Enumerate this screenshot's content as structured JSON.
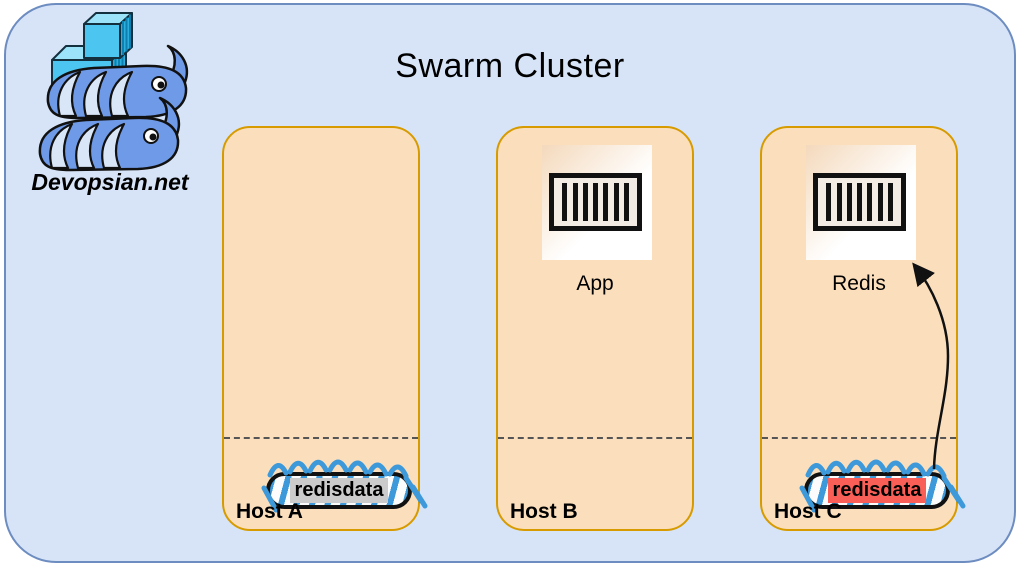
{
  "cluster": {
    "title": "Swarm Cluster",
    "fill": "#d7e4f7",
    "border": "#6d8cc0"
  },
  "logo": {
    "icon": "docker-stacked-whales-with-containers",
    "caption": "Devopsian.net"
  },
  "hosts": [
    {
      "label": "Host A",
      "fill": "#fbdfbd",
      "border": "#d79b00",
      "container": null,
      "volume": {
        "label": "redisdata",
        "label_bg": "#cbcbcb",
        "scribble_color": "#3d99d9"
      }
    },
    {
      "label": "Host B",
      "fill": "#fbdfbd",
      "border": "#d79b00",
      "container": {
        "label": "App",
        "icon": "container-icon"
      },
      "volume": null
    },
    {
      "label": "Host C",
      "fill": "#fbdfbd",
      "border": "#d79b00",
      "container": {
        "label": "Redis",
        "icon": "container-icon"
      },
      "volume": {
        "label": "redisdata",
        "label_bg": "#f95f57",
        "scribble_color": "#3d99d9"
      },
      "arrow": {
        "from": "redisdata-volume",
        "to": "redis-container",
        "color": "#111111"
      }
    }
  ],
  "divider": {
    "style": "dashed",
    "color": "#555555"
  }
}
